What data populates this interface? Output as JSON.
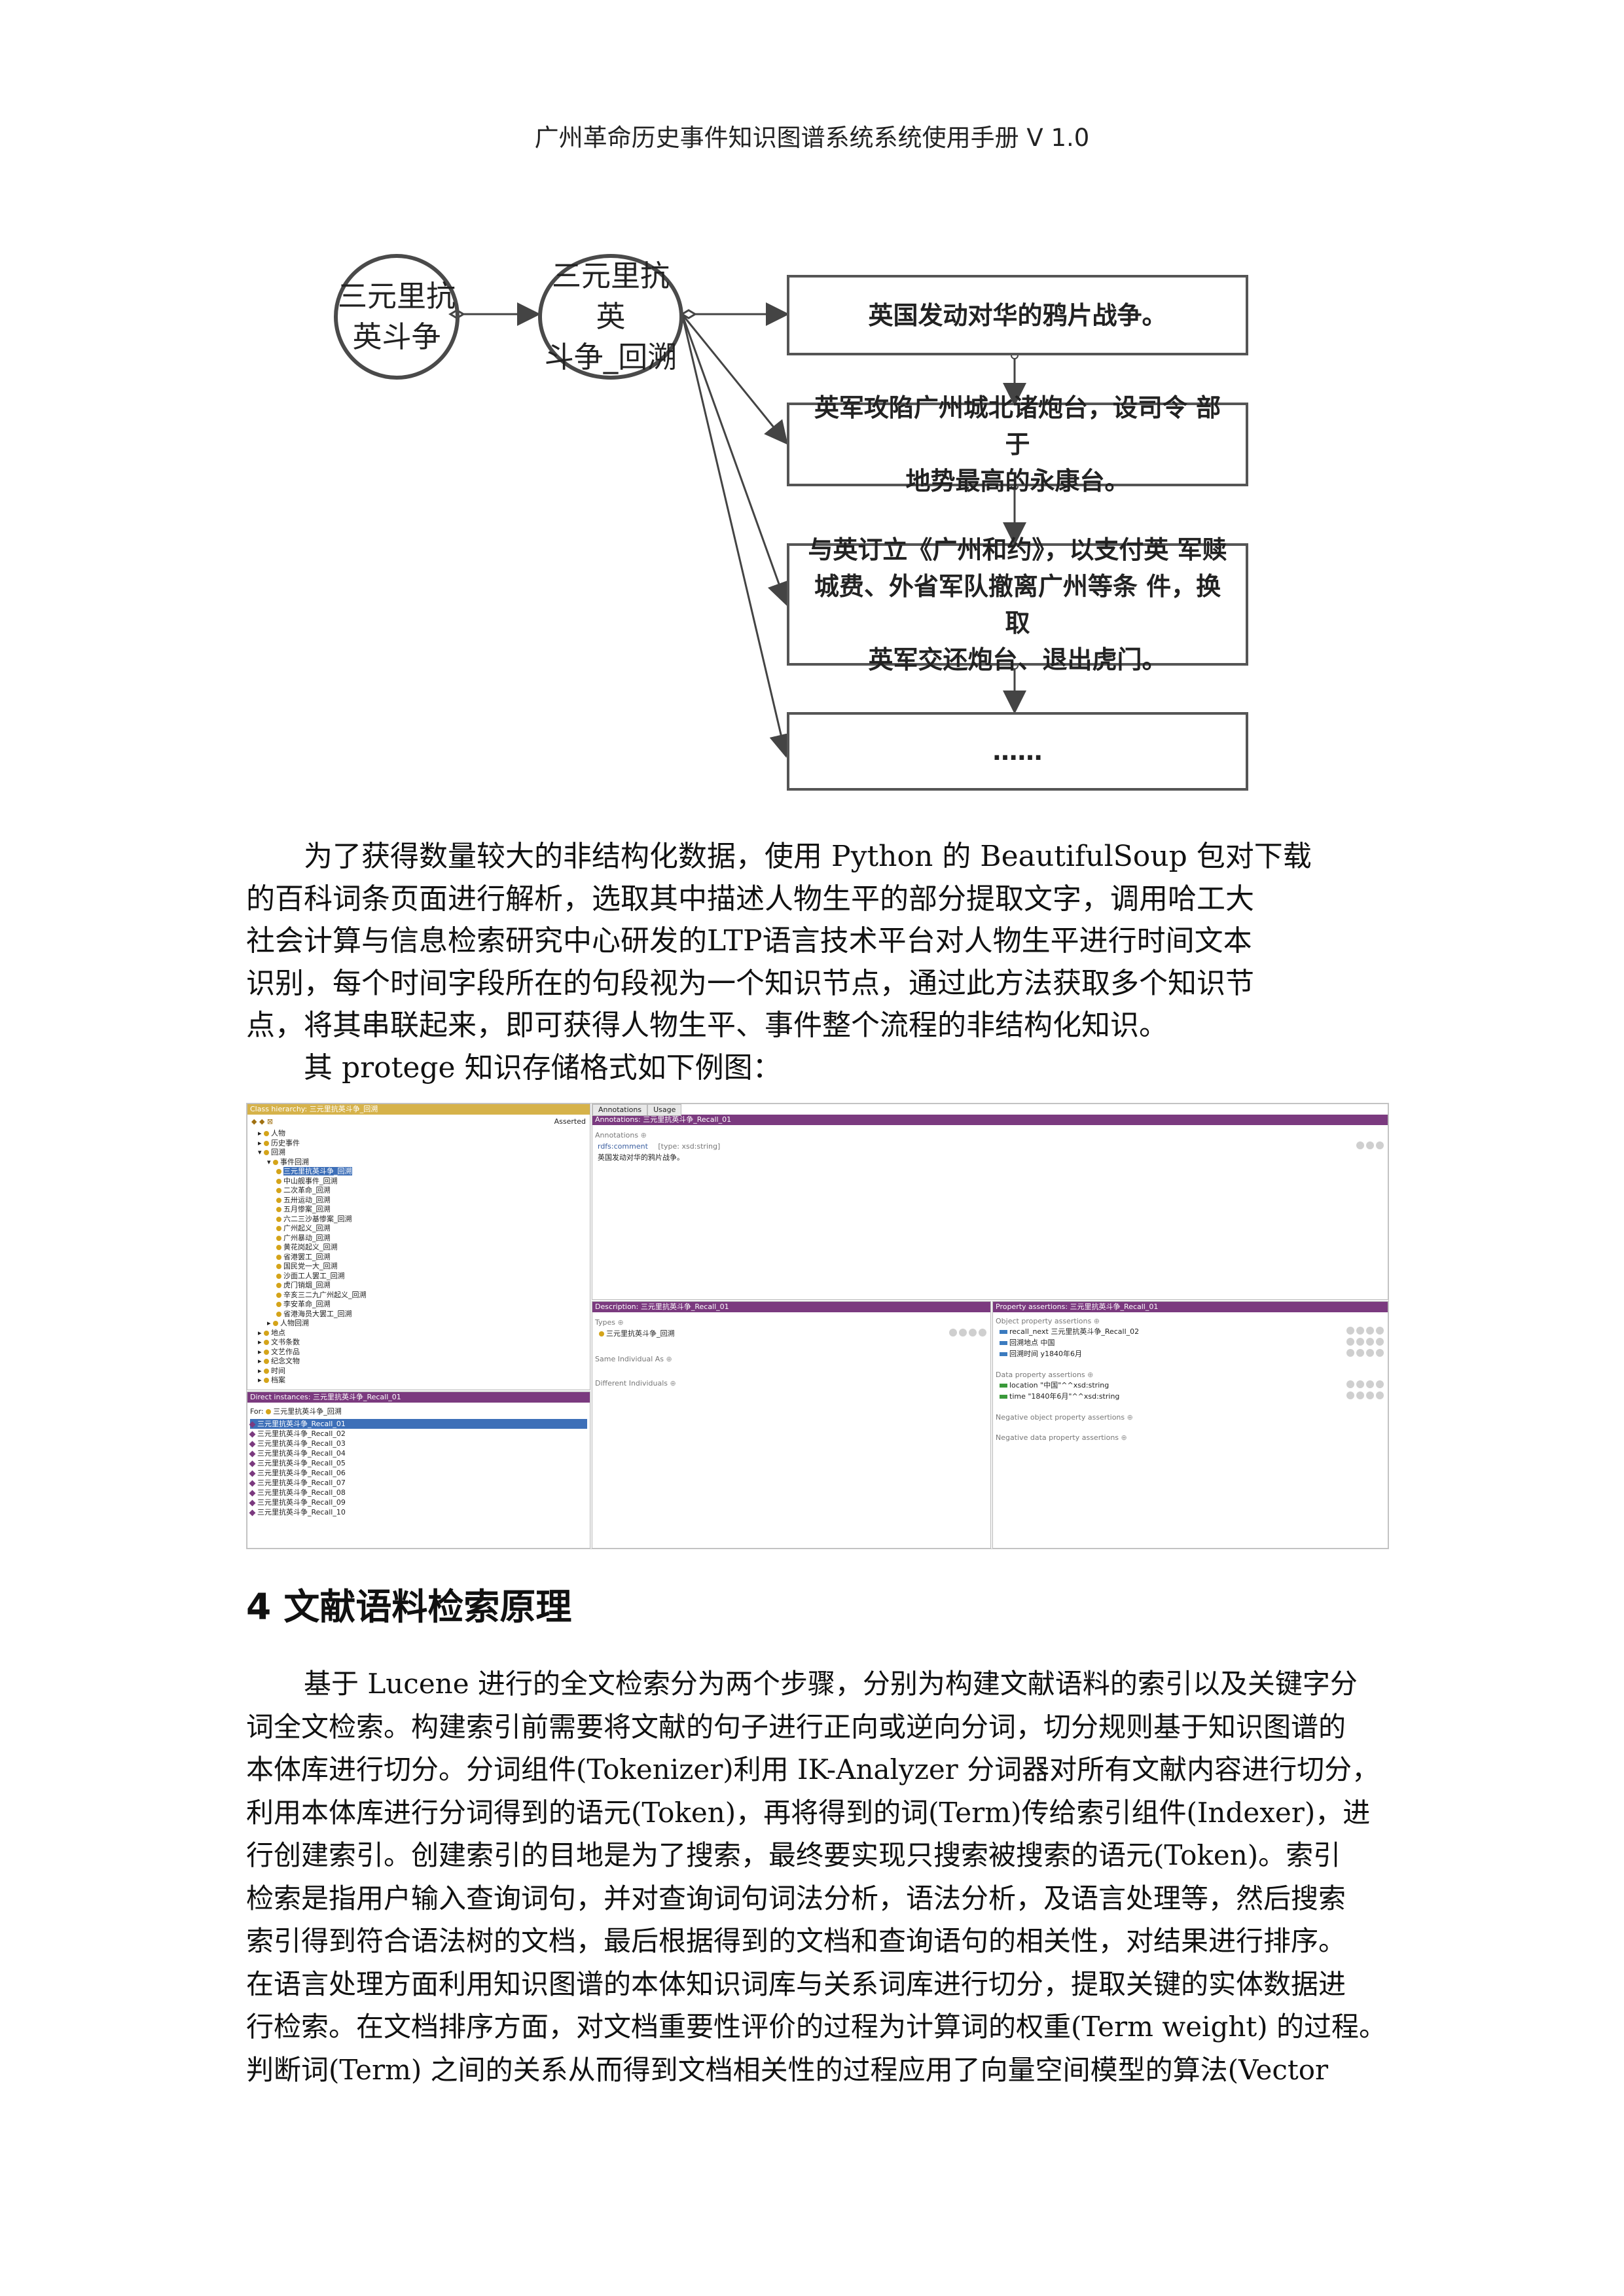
{
  "header": {
    "title": "广州革命历史事件知识图谱系统系统使用手册 V 1.0"
  },
  "diagram": {
    "circle_left_lines": [
      "三元里抗",
      "英斗争"
    ],
    "circle_right_lines": [
      "三元里抗英",
      "斗争_回溯"
    ],
    "box1": "英国发动对华的鸦片战争。",
    "box2_lines": [
      "英军攻陷广州城北诸炮台，设司令 部于",
      "地势最高的永康台。"
    ],
    "box3_lines": [
      "与英订立《广州和约》，以支付英 军赎",
      "城费、外省军队撤离广州等条 件，换取",
      "英军交还炮台、退出虎门。"
    ],
    "box4": "……"
  },
  "para1": {
    "lines": [
      "为了获得数量较大的非结构化数据，使用 Python 的 BeautifulSoup 包对下载",
      "的百科词条页面进行解析，选取其中描述人物生平的部分提取文字，调用哈工大",
      "社会计算与信息检索研究中心研发的LTP语言技术平台对人物生平进行时间文本",
      "识别，每个时间字段所在的句段视为一个知识节点，通过此方法获取多个知识节",
      "点，将其串联起来，即可获得人物生平、事件整个流程的非结构化知识。",
      "其 protege 知识存储格式如下例图："
    ]
  },
  "protege": {
    "class_panel_title": "Class hierarchy: 三元里抗英斗争_回溯",
    "asserted": "Asserted",
    "tree": [
      "人物",
      "历史事件",
      "回溯",
      "事件回溯",
      "三元里抗英斗争_回溯",
      "中山舰事件_回溯",
      "二次革命_回溯",
      "五卅运动_回溯",
      "五月惨案_回溯",
      "六二三沙基惨案_回溯",
      "广州起义_回溯",
      "广州暴动_回溯",
      "黄花岗起义_回溯",
      "省港罢工_回溯",
      "国民党一大_回溯",
      "沙面工人罢工_回溯",
      "虎门销烟_回溯",
      "辛亥三二九广州起义_回溯",
      "李安革命_回溯",
      "省港海员大罢工_回溯",
      "人物回溯",
      "地点",
      "文书条数",
      "文艺作品",
      "纪念文物",
      "时间",
      "档案"
    ],
    "annotations_tab": "Annotations",
    "usage_tab": "Usage",
    "annotations_title": "Annotations: 三元里抗英斗争_Recall_01",
    "annotations_label": "Annotations",
    "comment_label": "rdfs:comment",
    "comment_type": "[type: xsd:string]",
    "comment_value": "英国发动对华的鸦片战争。",
    "instances_title": "Direct instances: 三元里抗英斗争_Recall_01",
    "for_label": "For:",
    "for_class": "三元里抗英斗争_回溯",
    "instances": [
      "三元里抗英斗争_Recall_01",
      "三元里抗英斗争_Recall_02",
      "三元里抗英斗争_Recall_03",
      "三元里抗英斗争_Recall_04",
      "三元里抗英斗争_Recall_05",
      "三元里抗英斗争_Recall_06",
      "三元里抗英斗争_Recall_07",
      "三元里抗英斗争_Recall_08",
      "三元里抗英斗争_Recall_09",
      "三元里抗英斗争_Recall_10"
    ],
    "description_title": "Description: 三元里抗英斗争_Recall_01",
    "types_label": "Types",
    "type_value": "三元里抗英斗争_回溯",
    "same_label": "Same Individual As",
    "different_label": "Different Individuals",
    "property_title": "Property assertions: 三元里抗英斗争_Recall_01",
    "object_props_label": "Object property assertions",
    "object_props": [
      "recall_next 三元里抗英斗争_Recall_02",
      "回溯地点 中国",
      "回溯时间 y1840年6月"
    ],
    "data_props_label": "Data property assertions",
    "data_props": [
      "location \"中国\"^^xsd:string",
      "time \"1840年6月\"^^xsd:string"
    ],
    "neg_object_label": "Negative object property assertions",
    "neg_data_label": "Negative data property assertions"
  },
  "section": {
    "heading": "4  文献语料检索原理"
  },
  "para2": {
    "lines": [
      "基于 Lucene 进行的全文检索分为两个步骤，分别为构建文献语料的索引以及关键字分",
      "词全文检索。构建索引前需要将文献的句子进行正向或逆向分词，切分规则基于知识图谱的",
      "本体库进行切分。分词组件(Tokenizer)利用 IK-Analyzer 分词器对所有文献内容进行切分，",
      "利用本体库进行分词得到的语元(Token)，再将得到的词(Term)传给索引组件(Indexer)，进",
      "行创建索引。创建索引的目地是为了搜索，最终要实现只搜索被搜索的语元(Token)。索引",
      "检索是指用户输入查询词句，并对查询词句词法分析，语法分析，及语言处理等，然后搜索",
      "索引得到符合语法树的文档，最后根据得到的文档和查询语句的相关性，对结果进行排序。",
      "在语言处理方面利用知识图谱的本体知识词库与关系词库进行切分，提取关键的实体数据进",
      "行检索。在文档排序方面，对文档重要性评价的过程为计算词的权重(Term weight) 的过程。",
      "判断词(Term) 之间的关系从而得到文档相关性的过程应用了向量空间模型的算法(Vector"
    ]
  }
}
